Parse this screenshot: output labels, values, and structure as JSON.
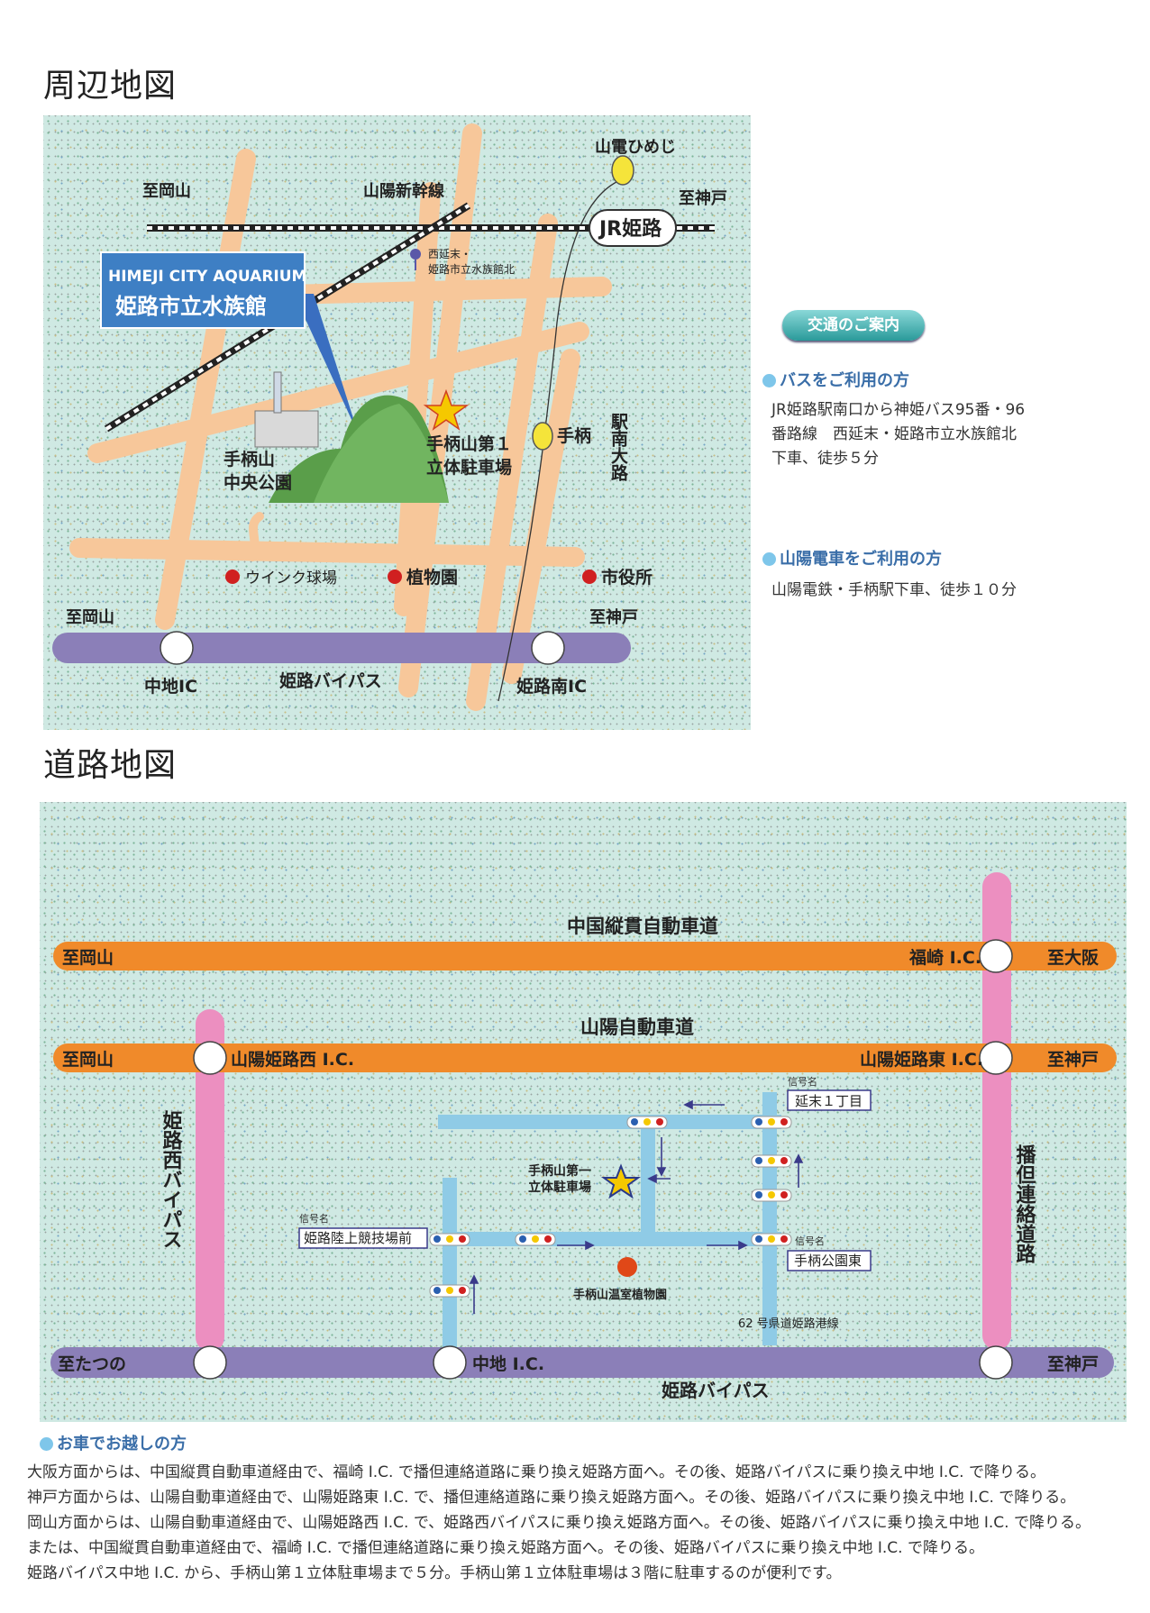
{
  "headings": {
    "area_map": "周辺地図",
    "road_map": "道路地図"
  },
  "area_map": {
    "labels": {
      "to_okayama_top": "至岡山",
      "shinkansen": "山陽新幹線",
      "sanyo_himeji": "山電ひめじ",
      "to_kobe_top": "至神戸",
      "jr_himeji": "JR姫路",
      "aquarium_en": "HIMEJI CITY AQUARIUM",
      "aquarium_ja": "姫路市立水族館",
      "bus_stop_line1": "西延末・",
      "bus_stop_line2": "姫路市立水族館北",
      "parking_line1": "手柄山第１",
      "parking_line2": "立体駐車場",
      "tegara_station": "手柄",
      "ekiminami_odori": "駅南大路",
      "park_line1": "手柄山",
      "park_line2": "中央公園",
      "wink": "ウインク球場",
      "botanical": "植物園",
      "city_hall": "市役所",
      "to_okayama_bottom": "至岡山",
      "to_kobe_bottom": "至神戸",
      "nakachi_ic": "中地IC",
      "bypass": "姫路バイパス",
      "himeji_minami_ic": "姫路南IC"
    }
  },
  "access": {
    "badge": "交通のご案内",
    "bus_heading": "バスをご利用の方",
    "bus_line1": "JR姫路駅南口から神姫バス95番・96",
    "bus_line2": "番路線　西延末・姫路市立水族館北",
    "bus_line3": "下車、徒歩５分",
    "train_heading": "山陽電車をご利用の方",
    "train_line1": "山陽電鉄・手柄駅下車、徒歩１０分"
  },
  "road_map": {
    "labels": {
      "chugoku_expressway": "中国縦貫自動車道",
      "to_okayama_1": "至岡山",
      "fukusaki_ic": "福崎 I.C.",
      "to_osaka": "至大阪",
      "sanyo_expressway": "山陽自動車道",
      "to_okayama_2": "至岡山",
      "sanyo_himeji_west_ic": "山陽姫路西 I.C.",
      "sanyo_himeji_east_ic": "山陽姫路東 I.C.",
      "to_kobe_1": "至神戸",
      "himeji_west_bypass": "姫路西バイパス",
      "bantan_road": "播但連絡道路",
      "signal_label_1": "信号名",
      "signal_nobesue": "延末１丁目",
      "parking_line1": "手柄山第一",
      "parking_line2": "立体駐車場",
      "signal_label_2": "信号名",
      "signal_stadium": "姫路陸上競技場前",
      "signal_label_3": "信号名",
      "signal_tegara_park": "手柄公園東",
      "greenhouse": "手柄山温室植物園",
      "route62": "62 号県道姫路港線",
      "to_tatsuno": "至たつの",
      "nakachi_ic": "中地 I.C.",
      "to_kobe_2": "至神戸",
      "himeji_bypass": "姫路バイパス"
    }
  },
  "car_access": {
    "heading": "お車でお越しの方",
    "lines": [
      "大阪方面からは、中国縦貫自動車道経由で、福崎 I.C. で播但連絡道路に乗り換え姫路方面へ。その後、姫路バイパスに乗り換え中地 I.C. で降りる。",
      "神戸方面からは、山陽自動車道経由で、山陽姫路東 I.C. で、播但連絡道路に乗り換え姫路方面へ。その後、姫路バイパスに乗り換え中地 I.C. で降りる。",
      "岡山方面からは、山陽自動車道経由で、山陽姫路西 I.C. で、姫路西バイパスに乗り換え姫路方面へ。その後、姫路バイパスに乗り換え中地 I.C. で降りる。",
      "または、中国縦貫自動車道経由で、福崎 I.C. で播但連絡道路に乗り換え姫路方面へ。その後、姫路バイパスに乗り換え中地 I.C. で降りる。",
      "姫路バイパス中地 I.C. から、手柄山第１立体駐車場まで５分。手柄山第１立体駐車場は３階に駐車するのが便利です。"
    ]
  },
  "colors": {
    "map_bg": "#cfe9e3",
    "local_road": "#f7c79a",
    "bypass": "#8b7fb8",
    "expressway": "#f08a2a",
    "connector": "#ec8fc0",
    "local_blue": "#8fcbe6",
    "station": "#f5e43a",
    "heading_blue": "#3a6ea8"
  }
}
